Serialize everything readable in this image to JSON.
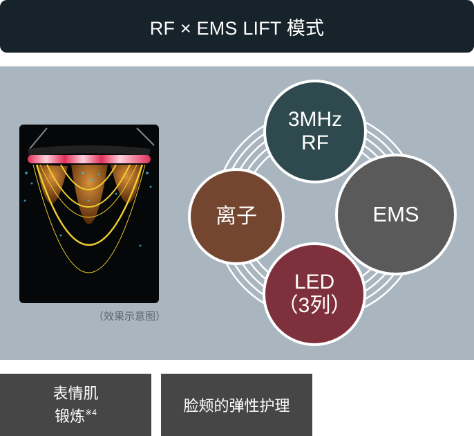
{
  "header": {
    "title": "RF × EMS LIFT 模式"
  },
  "illustration": {
    "caption": "（效果示意图）"
  },
  "diagram": {
    "circles": [
      {
        "id": "rf",
        "line1": "3MHz",
        "line2": "RF",
        "color": "#2f4a4e"
      },
      {
        "id": "ion",
        "line1": "离子",
        "line2": "",
        "color": "#744630"
      },
      {
        "id": "ems",
        "line1": "EMS",
        "line2": "",
        "color": "#5a5a5a"
      },
      {
        "id": "led",
        "line1": "LED",
        "line2": "（3列）",
        "color": "#7f303d"
      }
    ]
  },
  "benefits": [
    {
      "line1": "表情肌",
      "line2": "锻炼",
      "note": "※4"
    },
    {
      "line1": "脸颊的弹性护理",
      "line2": "",
      "note": ""
    }
  ],
  "colors": {
    "header_bg": "#17232a",
    "panel_bg": "#a9b5bf",
    "box_bg": "#464646"
  }
}
